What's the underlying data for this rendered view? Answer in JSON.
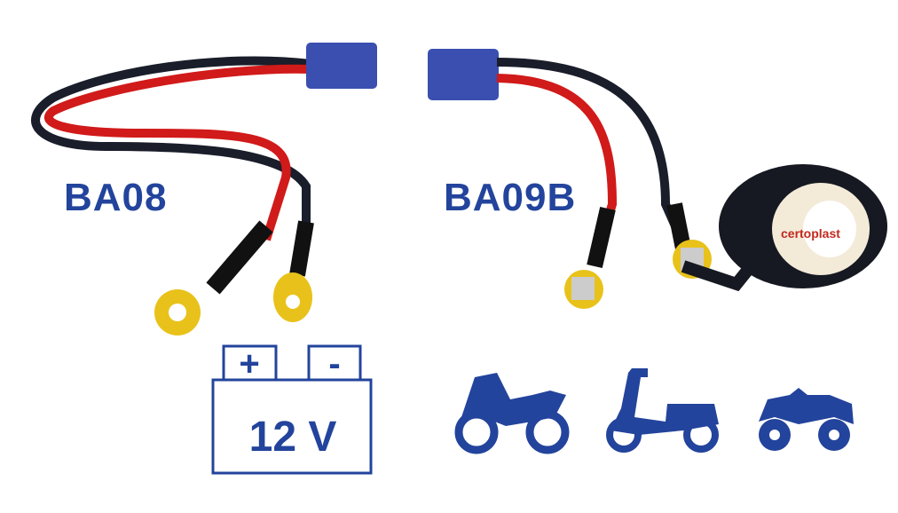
{
  "products": [
    {
      "model": "BA08"
    },
    {
      "model": "BA09B"
    }
  ],
  "battery": {
    "plus": "+",
    "minus": "-",
    "voltage": "12 V"
  },
  "tape_brand": "certoplast",
  "vehicles": [
    "motorcycle-icon",
    "scooter-icon",
    "quad-icon"
  ],
  "colors": {
    "brand_blue": "#23449c",
    "red_wire": "#d11a1a",
    "black_wire": "#1a1d2a",
    "connector_blue": "#3a4fb0",
    "ring_gold": "#e8c21a"
  }
}
